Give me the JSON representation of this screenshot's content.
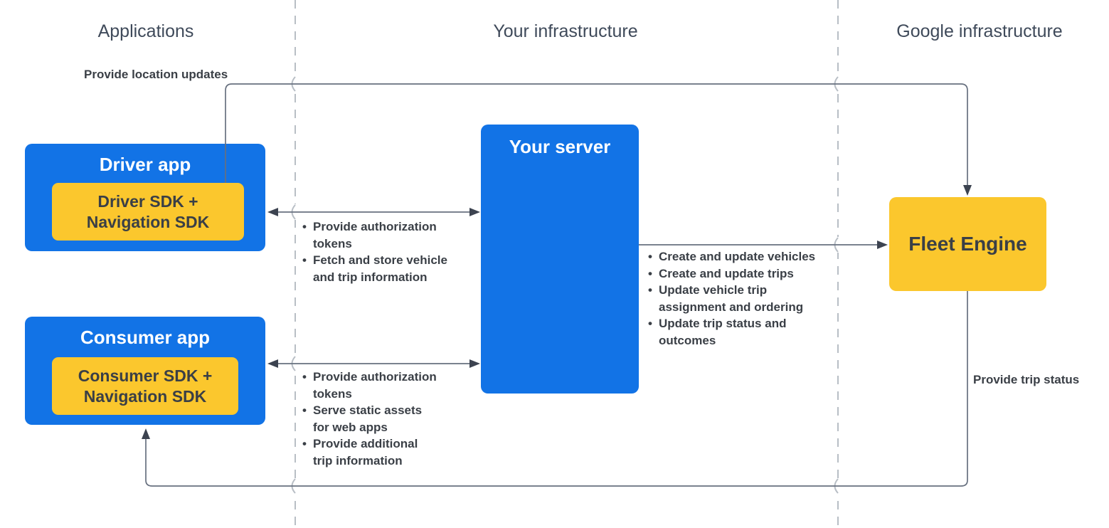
{
  "colors": {
    "blue": "#1273E6",
    "yellow": "#FBC72D",
    "line": "#67707F",
    "arrow": "#3C4350",
    "dash": "#B8BEC5",
    "heading": "#3F4A5A",
    "text-dark": "#3A3F46",
    "on-blue": "#FFFFFF"
  },
  "headers": {
    "applications": "Applications",
    "your_infrastructure": "Your infrastructure",
    "google_infrastructure": "Google infrastructure"
  },
  "nodes": {
    "driver_app": {
      "title": "Driver app",
      "sdk": "Driver SDK + Navigation SDK"
    },
    "consumer_app": {
      "title": "Consumer app",
      "sdk": "Consumer SDK + Navigation SDK"
    },
    "your_server": {
      "title": "Your server"
    },
    "fleet_engine": {
      "title": "Fleet Engine"
    }
  },
  "edges": {
    "location_updates": {
      "label": "Provide location updates"
    },
    "trip_status": {
      "label": "Provide trip status"
    },
    "driver_to_server": {
      "items": [
        [
          "Provide authorization",
          "tokens"
        ],
        [
          "Fetch and store vehicle",
          "and trip information"
        ]
      ]
    },
    "consumer_to_server": {
      "items": [
        [
          "Provide authorization",
          "tokens"
        ],
        [
          "Serve static assets",
          "for web apps"
        ],
        [
          "Provide additional",
          "trip information"
        ]
      ]
    },
    "server_to_fleet": {
      "items": [
        [
          "Create and update vehicles"
        ],
        [
          "Create and update trips"
        ],
        [
          "Update vehicle trip",
          "assignment and ordering"
        ],
        [
          "Update trip status and",
          "outcomes"
        ]
      ]
    }
  }
}
